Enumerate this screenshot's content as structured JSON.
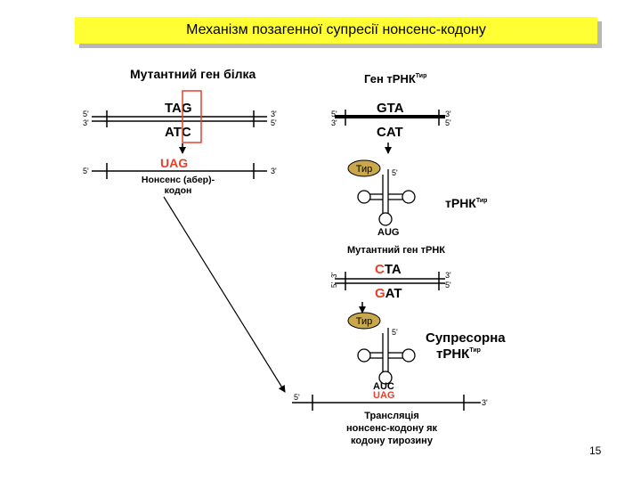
{
  "title": "Механізм позагенної супресії нонсенс-кодону",
  "page_number": "15",
  "colors": {
    "title_bg": "#ffff33",
    "accent_red": "#e8402a",
    "tyr_fill": "#c8a84a"
  },
  "left": {
    "header": "Мутантний ген білка",
    "top_seq": "TAG",
    "bottom_seq": "ATC",
    "end_5": "5'",
    "end_3": "3'",
    "mrna_codon": "UAG",
    "caption_line1": "Нонсенс (абер)-",
    "caption_line2": "кодон"
  },
  "right": {
    "gene_header": "Ген тРНК",
    "gene_header_sup": "Тир",
    "top_seq": "GTA",
    "bottom_seq": "CAT",
    "tyr": "Тир",
    "prime5": "5'",
    "trna_label": "тРНК",
    "trna_sup": "Тир",
    "anticodon1": "AUG",
    "mutant_header": "Мутантний ген тРНК",
    "mut_top_first": "C",
    "mut_top_rest": "TA",
    "mut_bottom_first": "G",
    "mut_bottom_rest": "AT",
    "tyr2": "Тир",
    "supp_line1": "Супресорна",
    "supp_line2": "тРНК",
    "supp_sup": "Тир",
    "anticodon2": "AUC",
    "codon2": "UAG",
    "mrna_5": "5'",
    "mrna_3": "3'",
    "caption_line1": "Трансляція",
    "caption_line2": "нонсенс-кодону як",
    "caption_line3": "кодону тирозину"
  }
}
